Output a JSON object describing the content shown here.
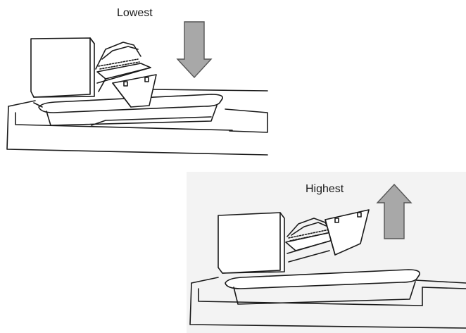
{
  "labels": {
    "lowest": "Lowest",
    "highest": "Highest"
  },
  "panels": [
    {
      "id": "lowest-position",
      "arrow": "down-arrow-icon"
    },
    {
      "id": "highest-position",
      "arrow": "up-arrow-icon"
    }
  ],
  "colors": {
    "arrow_fill": "#a8a8a8",
    "arrow_stroke": "#555555",
    "line": "#1a1a1a",
    "background_panel": "#f3f3f3"
  }
}
